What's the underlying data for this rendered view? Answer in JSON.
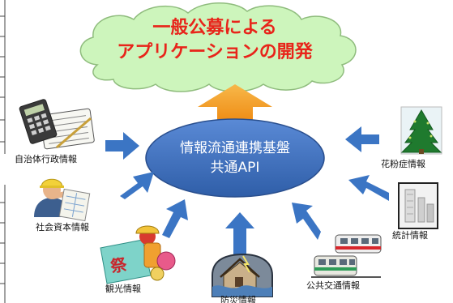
{
  "cloud": {
    "line1": "一般公募による",
    "line2": "アプリケーションの開発"
  },
  "hub": {
    "line1": "情報流通連携基盤",
    "line2": "共通API"
  },
  "sources": {
    "local_gov": "自治体行政情報",
    "social_capital": "社会資本情報",
    "tourism": "観光情報",
    "disaster": "防災情報",
    "transit": "公共交通情報",
    "statistics": "統計情報",
    "pollen": "花粉症情報"
  },
  "colors": {
    "cloud_fill": "#cdf5bc",
    "cloud_text": "#e8241a",
    "hub_fill": "#3f6fbf",
    "arrow_blue": "#3b75c4",
    "arrow_orange": "#f4a020"
  },
  "icons": {
    "local_gov": "calculator-document-icon",
    "social_capital": "worker-blueprint-icon",
    "tourism": "festival-icon",
    "disaster": "flood-house-icon",
    "transit": "train-icon",
    "statistics": "building-chart-icon",
    "pollen": "cedar-tree-icon"
  }
}
